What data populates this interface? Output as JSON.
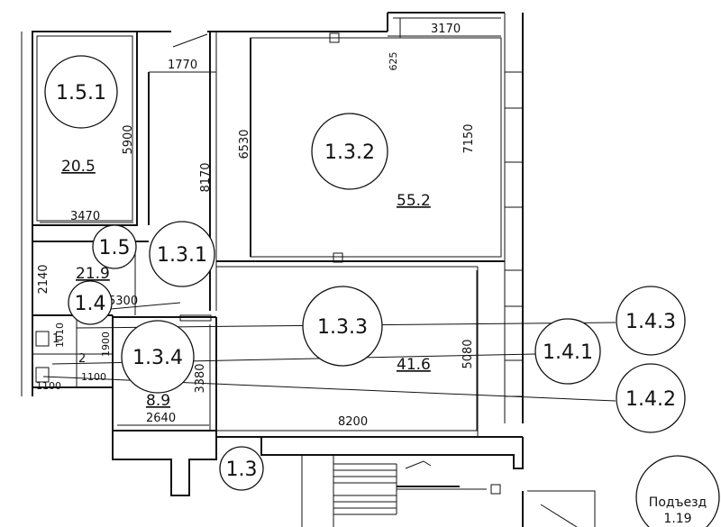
{
  "rooms": {
    "r151": {
      "id": "1.5.1",
      "area": "20.5",
      "dim_h": "3470",
      "dim_v": "5900"
    },
    "r15": {
      "id": "1.5",
      "area": "21.9"
    },
    "r131": {
      "id": "1.3.1",
      "dim_corr_w": "1770",
      "dim_corr_h": "8170"
    },
    "r132": {
      "id": "1.3.2",
      "area": "55.2",
      "dim_top": "3170",
      "dim_notch": "625",
      "dim_left": "6530",
      "dim_right": "7150"
    },
    "r133": {
      "id": "1.3.3",
      "area": "41.6",
      "dim_bottom": "8200",
      "dim_right": "5080"
    },
    "r134": {
      "id": "1.3.4",
      "area": "8.9",
      "dim_w": "2640",
      "dim_h": "3380"
    },
    "r14": {
      "id": "1.4",
      "dim_h": "2140",
      "dim_w": "5300"
    },
    "r13": {
      "id": "1.3"
    }
  },
  "small_labels": {
    "wc_a": "1",
    "wc_b": "2",
    "bath_dim_a": "1900",
    "bath_dim_b": "1100",
    "bath_dim_c": "1100",
    "bath_dim_d": "1010"
  },
  "external_refs": {
    "r143": "1.4.3",
    "r141": "1.4.1",
    "r142": "1.4.2"
  },
  "entrance": {
    "label": "Подъезд",
    "number": "1.19"
  }
}
